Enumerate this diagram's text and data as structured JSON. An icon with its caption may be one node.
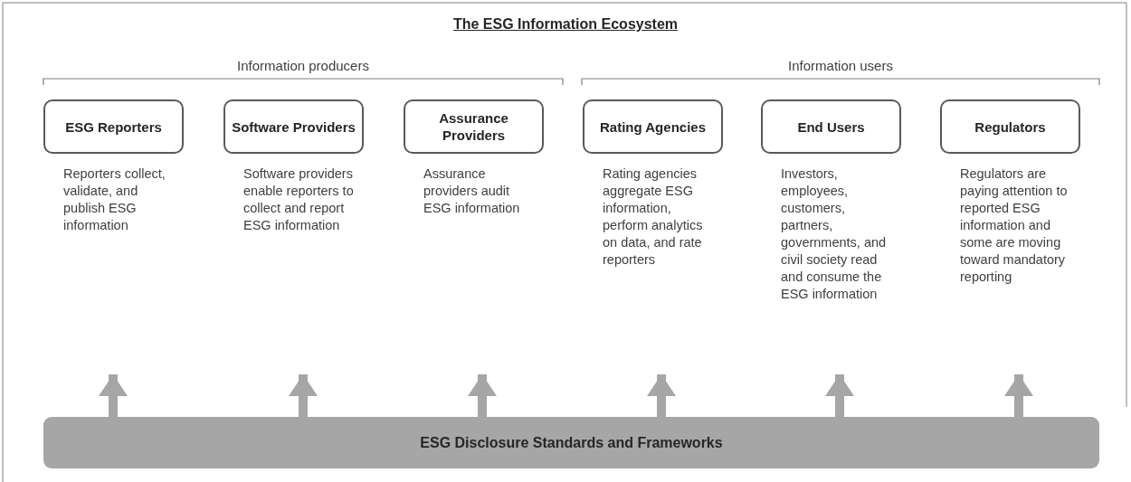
{
  "diagram": {
    "title": "The ESG Information Ecosystem",
    "nodes": [
      {
        "text": [
          "ESG Reporters"
        ],
        "beside": [
          "Reporters collect, validate, and publish ESG information"
        ]
      },
      {
        "text": [
          "Software Providers"
        ],
        "beside": [
          "Software providers enable reporters to collect and report ESG information"
        ]
      },
      {
        "text": [
          "Assurance Providers"
        ],
        "beside": [
          "Assurance providers audit ESG information"
        ]
      },
      {
        "text": [
          "Rating Agencies"
        ],
        "beside": [
          "Rating agencies aggregate ESG information, perform analytics on data, and rate reporters"
        ]
      },
      {
        "text": [
          "End Users"
        ],
        "beside": [
          "Investors, employees, customers, partners, governments, and civil society read and consume the ESG information"
        ]
      },
      {
        "text": [
          "Regulators"
        ],
        "beside": [
          "Regulators are paying attention to reported ESG information and some are moving toward mandatory reporting"
        ]
      },
      {
        "text": [
          "ESG Disclosure Standards and Frameworks"
        ]
      }
    ],
    "edges": [
      {
        "from": 6,
        "to": null,
        "arrow": "to"
      },
      {
        "from": 6,
        "to": null,
        "arrow": "to"
      },
      {
        "from": 6,
        "to": null,
        "arrow": "to"
      },
      {
        "from": 6,
        "to": null,
        "arrow": "to"
      },
      {
        "from": 6,
        "to": null,
        "arrow": "to"
      },
      {
        "from": 6,
        "to": null,
        "arrow": "to"
      }
    ],
    "labels": [
      "Information producers",
      "Information users"
    ]
  }
}
